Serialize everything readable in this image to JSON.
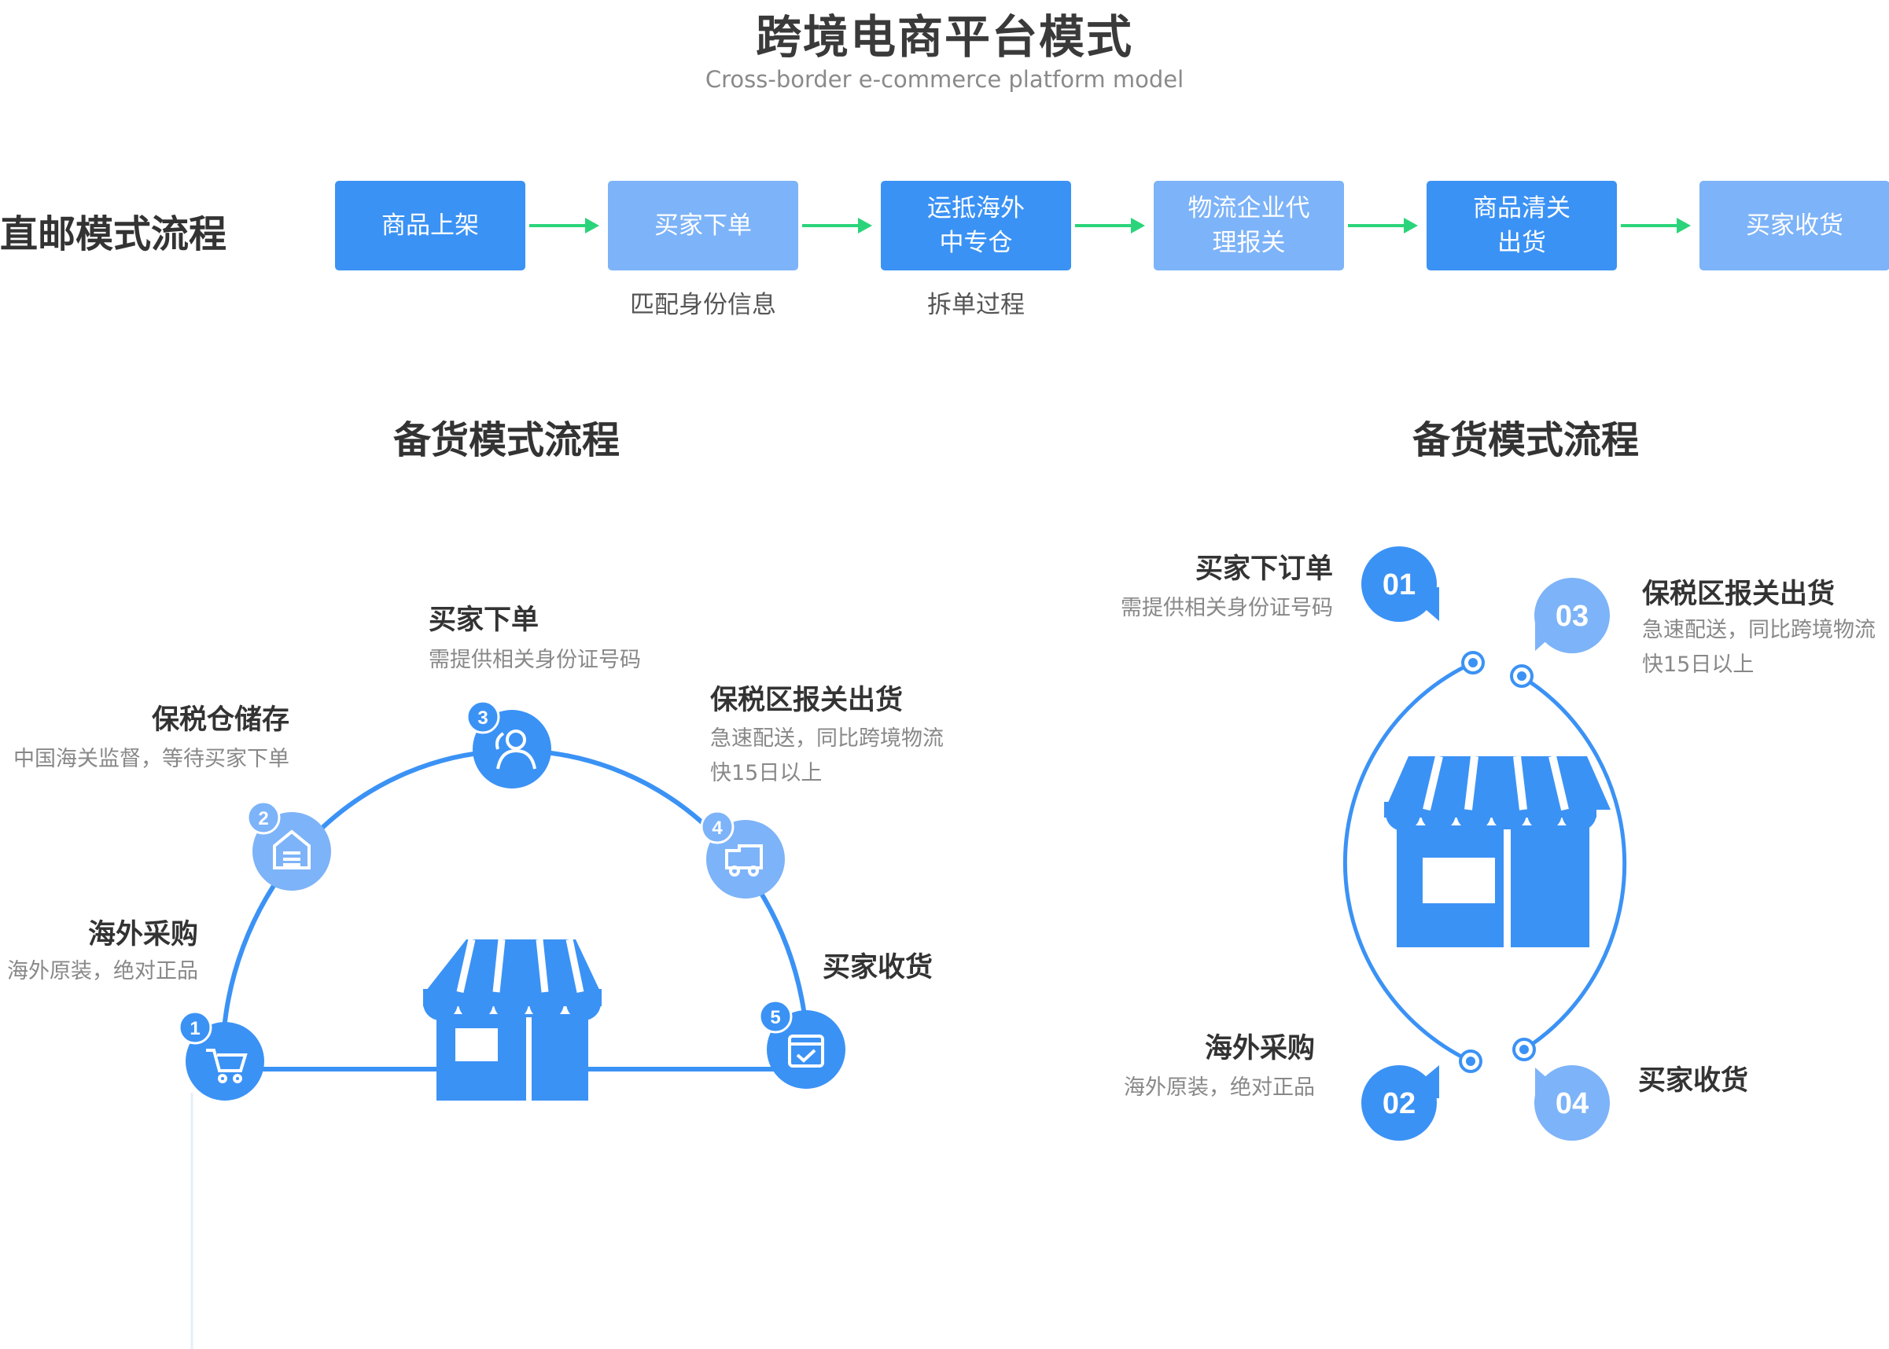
{
  "header": {
    "title": "跨境电商平台模式",
    "subtitle": "Cross-border e-commerce platform model"
  },
  "direct_mail": {
    "label": "直邮模式流程",
    "steps": [
      {
        "line1": "商品上架",
        "line2": "",
        "style": "dark"
      },
      {
        "line1": "买家下单",
        "line2": "",
        "style": "light"
      },
      {
        "line1": "运抵海外",
        "line2": "中专仓",
        "style": "dark"
      },
      {
        "line1": "物流企业代",
        "line2": "理报关",
        "style": "light"
      },
      {
        "line1": "商品清关",
        "line2": "出货",
        "style": "dark"
      },
      {
        "line1": "买家收货",
        "line2": "",
        "style": "light"
      }
    ],
    "notes": {
      "step2": "匹配身份信息",
      "step3": "拆单过程"
    }
  },
  "stock_left": {
    "title": "备货模式流程",
    "nodes": [
      {
        "num": "1",
        "icon": "cart-icon",
        "title": "海外采购",
        "desc": "海外原装，绝对正品"
      },
      {
        "num": "2",
        "icon": "warehouse-icon",
        "title": "保税仓储存",
        "desc": "中国海关监督，等待买家下单"
      },
      {
        "num": "3",
        "icon": "users-icon",
        "title": "买家下单",
        "desc": "需提供相关身份证号码"
      },
      {
        "num": "4",
        "icon": "truck-icon",
        "title": "保税区报关出货",
        "desc": "急速配送，同比跨境物流",
        "desc2": "快15日以上"
      },
      {
        "num": "5",
        "icon": "box-check-icon",
        "title": "买家收货",
        "desc": ""
      }
    ]
  },
  "stock_right": {
    "title": "备货模式流程",
    "nodes": [
      {
        "num": "01",
        "title": "买家下订单",
        "desc": "需提供相关身份证号码"
      },
      {
        "num": "02",
        "title": "海外采购",
        "desc": "海外原装，绝对正品"
      },
      {
        "num": "03",
        "title": "保税区报关出货",
        "desc": "急速配送，同比跨境物流",
        "desc2": "快15日以上"
      },
      {
        "num": "04",
        "title": "买家收货",
        "desc": ""
      }
    ]
  },
  "colors": {
    "primary": "#3b92f5",
    "light": "#7db3f8",
    "arrow": "#2bd47a",
    "text_dark": "#333333",
    "text_gray": "#888888"
  }
}
